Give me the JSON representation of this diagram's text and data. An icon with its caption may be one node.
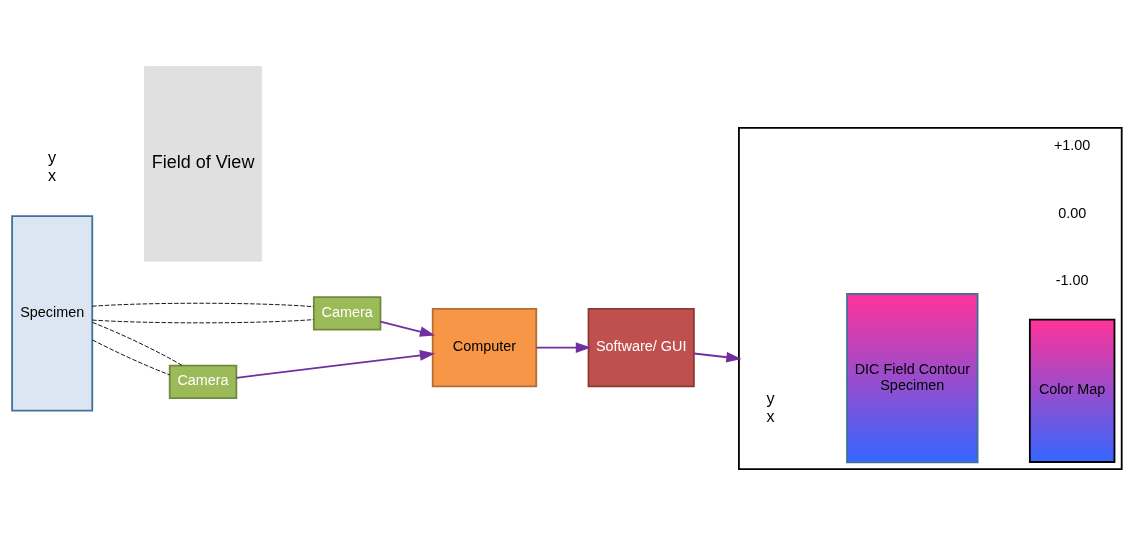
{
  "diagram": {
    "nodes": [
      {
        "text": [
          "Specimen"
        ]
      },
      {
        "text": [
          "Field of View"
        ]
      },
      {
        "text": [
          "Camera"
        ]
      },
      {
        "text": [
          "Camera"
        ]
      },
      {
        "text": [
          "Computer"
        ]
      },
      {
        "text": [
          "Software/ GUI"
        ]
      },
      {
        "text": [],
        "shape": "box"
      },
      {
        "text": [
          "DIC Field Contour",
          "Specimen"
        ],
        "in": 6
      },
      {
        "text": [
          "Color Map"
        ],
        "in": 6,
        "beside": [
          "+1.00",
          "0.00",
          "-1.00"
        ]
      }
    ],
    "edges": [
      {
        "from": 0,
        "to": 2,
        "arrow": "none",
        "style": "dashed",
        "color": "#000000"
      },
      {
        "from": 0,
        "to": 2,
        "arrow": "none",
        "style": "dashed",
        "color": "#000000"
      },
      {
        "from": 0,
        "to": 3,
        "arrow": "none",
        "style": "dashed",
        "color": "#000000"
      },
      {
        "from": 0,
        "to": 3,
        "arrow": "none",
        "style": "dashed",
        "color": "#000000"
      },
      {
        "from": 2,
        "to": 4,
        "arrow": "to",
        "color": "#7030a0"
      },
      {
        "from": 3,
        "to": 4,
        "arrow": "to",
        "color": "#7030a0"
      },
      {
        "from": 4,
        "to": 5,
        "arrow": "to",
        "color": "#7030a0"
      },
      {
        "from": 5,
        "to": 6,
        "arrow": "to",
        "color": "#7030a0"
      }
    ],
    "labels": [
      "y",
      "x",
      "y",
      "x"
    ]
  }
}
